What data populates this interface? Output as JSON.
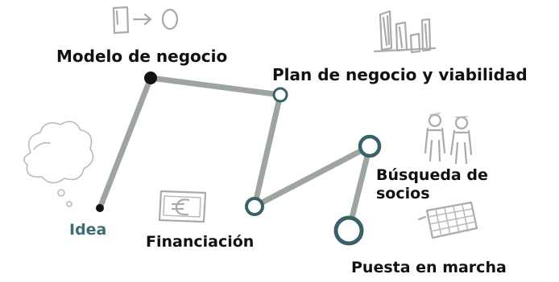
{
  "labels": {
    "modelo": "Modelo de negocio",
    "plan": "Plan de negocio y viabilidad",
    "busqueda_line1": "Búsqueda de",
    "busqueda_line2": "socios",
    "idea": "Idea",
    "financiacion": "Financiación",
    "puesta": "Puesta en marcha"
  },
  "icons": {
    "idea": "thought-cloud-icon",
    "modelo": "phone-arrow-circle-icon",
    "plan": "bar-chart-icon",
    "busqueda": "people-icon",
    "financiacion": "euro-banknote-icon",
    "puesta": "calendar-grid-icon"
  },
  "colors": {
    "path_line": "#9ea59f",
    "node_fill_dark": "#111111",
    "node_stroke_teal": "#3b6168",
    "idea_text": "#3f6b73",
    "label_text": "#111111",
    "sketch": "#a7aca8"
  }
}
